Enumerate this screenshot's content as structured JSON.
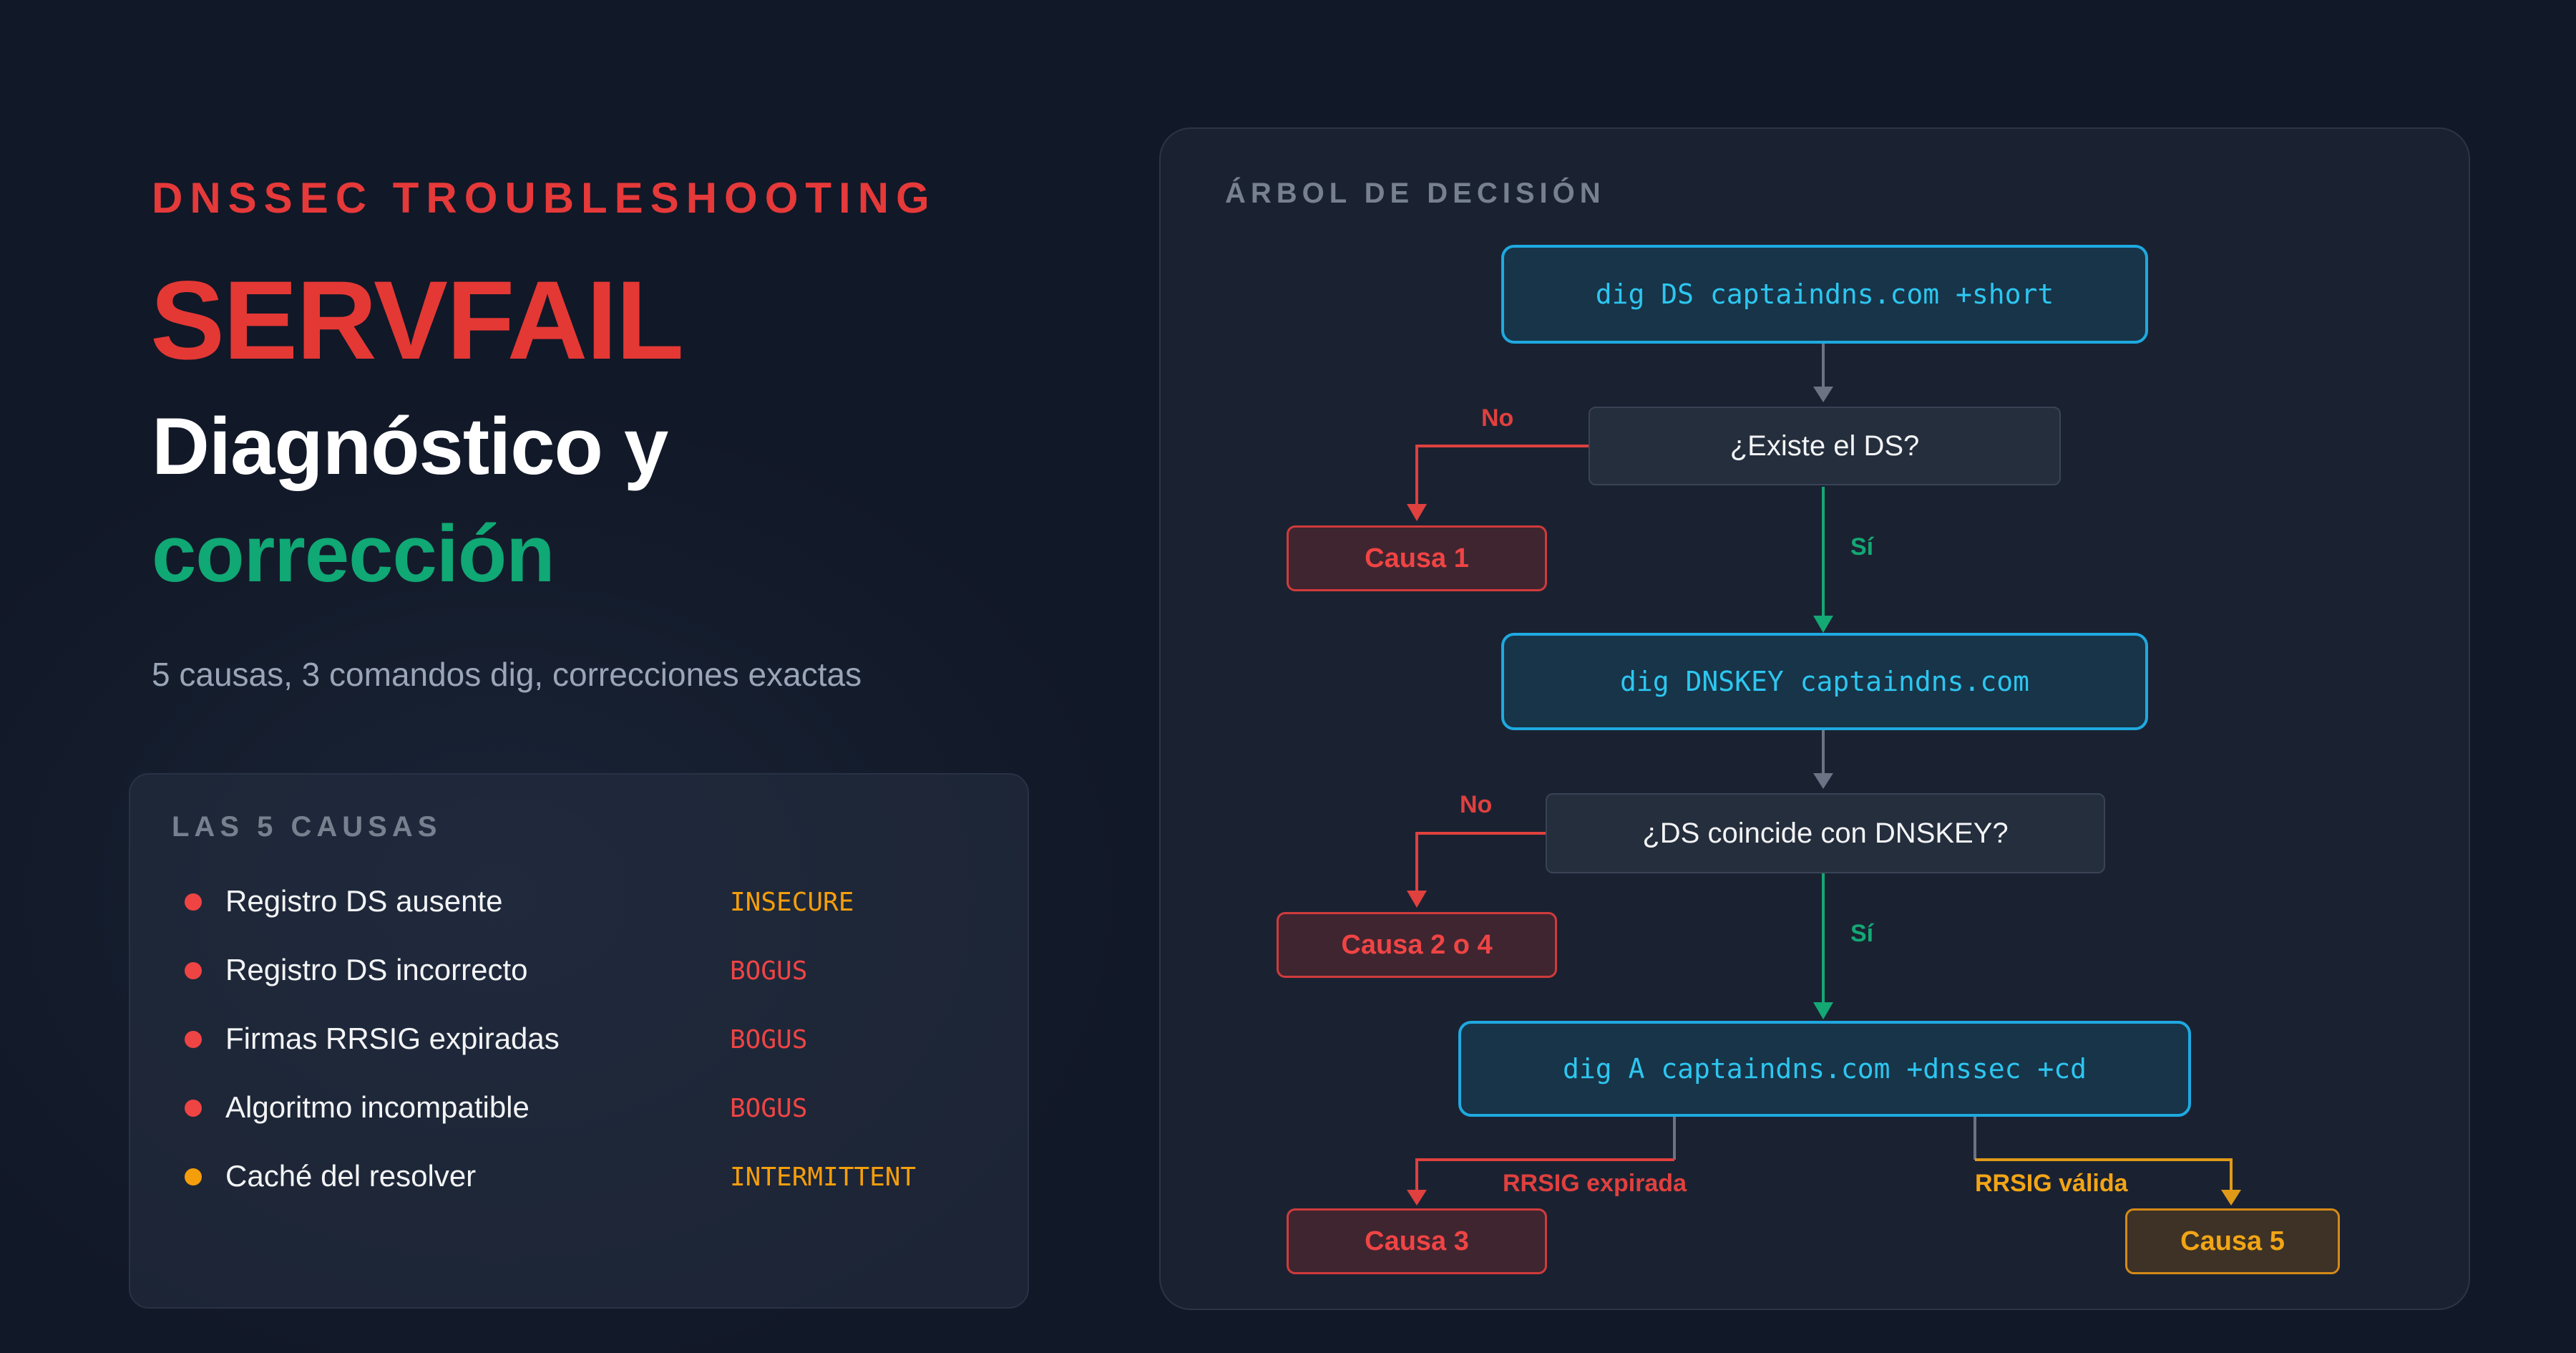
{
  "header": {
    "eyebrow": "DNSSEC TROUBLESHOOTING",
    "title": "SERVFAIL",
    "subtitle_line1": "Diagnóstico y",
    "subtitle_line2": "corrección",
    "tagline": "5 causas, 3 comandos dig, correcciones exactas"
  },
  "causes": {
    "heading": "LAS 5 CAUSAS",
    "items": [
      {
        "label": "Registro DS ausente",
        "status": "INSECURE",
        "dot_color": "#ef4444",
        "status_color": "#f59e0b"
      },
      {
        "label": "Registro DS incorrecto",
        "status": "BOGUS",
        "dot_color": "#ef4444",
        "status_color": "#ef4444"
      },
      {
        "label": "Firmas RRSIG expiradas",
        "status": "BOGUS",
        "dot_color": "#ef4444",
        "status_color": "#ef4444"
      },
      {
        "label": "Algoritmo incompatible",
        "status": "BOGUS",
        "dot_color": "#ef4444",
        "status_color": "#ef4444"
      },
      {
        "label": "Caché del resolver",
        "status": "INTERMITTENT",
        "dot_color": "#f59e0b",
        "status_color": "#f59e0b"
      }
    ]
  },
  "tree": {
    "heading": "ÁRBOL DE DECISIÓN",
    "cmd1": "dig DS captaindns.com +short",
    "q1": "¿Existe el DS?",
    "q1_no": "No",
    "q1_yes": "Sí",
    "cause1": "Causa 1",
    "cmd2": "dig DNSKEY captaindns.com",
    "q2": "¿DS coincide con DNSKEY?",
    "q2_no": "No",
    "q2_yes": "Sí",
    "cause24": "Causa 2 o 4",
    "cmd3": "dig A captaindns.com +dnssec +cd",
    "edge_expired": "RRSIG expirada",
    "edge_valid": "RRSIG válida",
    "cause3": "Causa 3",
    "cause5": "Causa 5"
  },
  "colors": {
    "red": "#e43835",
    "green": "#10a874",
    "amber": "#f2a516",
    "cyan": "#2dc6f0",
    "background": "#111827"
  }
}
